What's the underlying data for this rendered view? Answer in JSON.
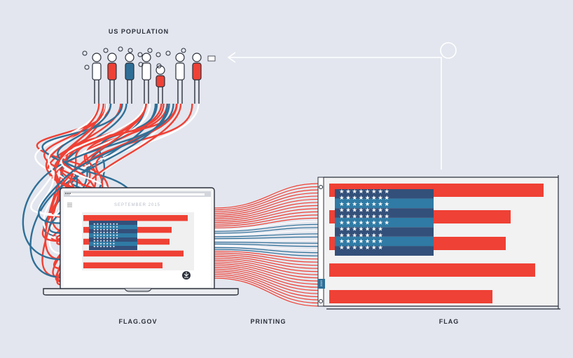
{
  "labels": {
    "population": "US POPULATION",
    "website": "FLAG.GOV",
    "printing": "PRINTING",
    "flag": "FLAG"
  },
  "screen": {
    "date": "SEPTEMBER 2015"
  },
  "pole": {
    "year": "2015"
  },
  "colors": {
    "background": "#e3e6ee",
    "red": "#ef4135",
    "blue": "#2f6f97",
    "navy": "#33507a",
    "ink": "#2a2f3a"
  }
}
